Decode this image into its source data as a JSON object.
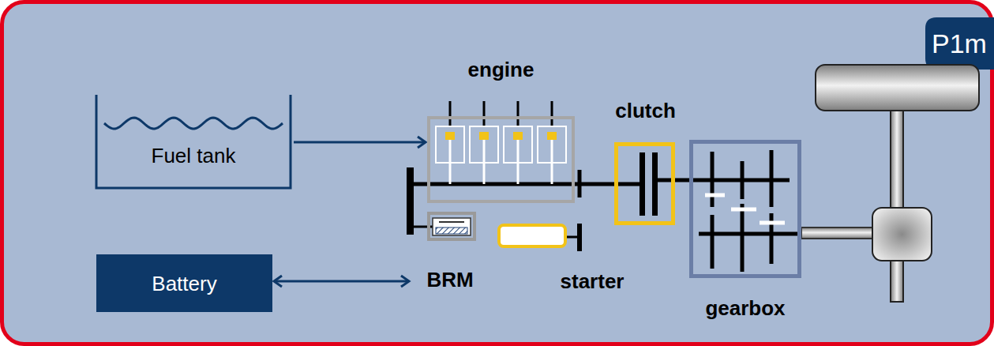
{
  "diagram": {
    "nodes": [
      {
        "text": [
          "Fuel tank"
        ]
      },
      {
        "text": [
          "engine"
        ]
      },
      {
        "text": [
          "clutch"
        ]
      },
      {
        "text": [
          "gearbox"
        ]
      },
      {
        "text": [
          "BRM"
        ]
      },
      {
        "text": [
          "starter"
        ]
      },
      {
        "text": [
          "Battery"
        ]
      }
    ],
    "edges": [
      {
        "from": 0,
        "to": 1,
        "arrow": "to"
      },
      {
        "from": 6,
        "to": 4,
        "arrow": "both"
      }
    ],
    "labels": [
      "P1m"
    ]
  }
}
